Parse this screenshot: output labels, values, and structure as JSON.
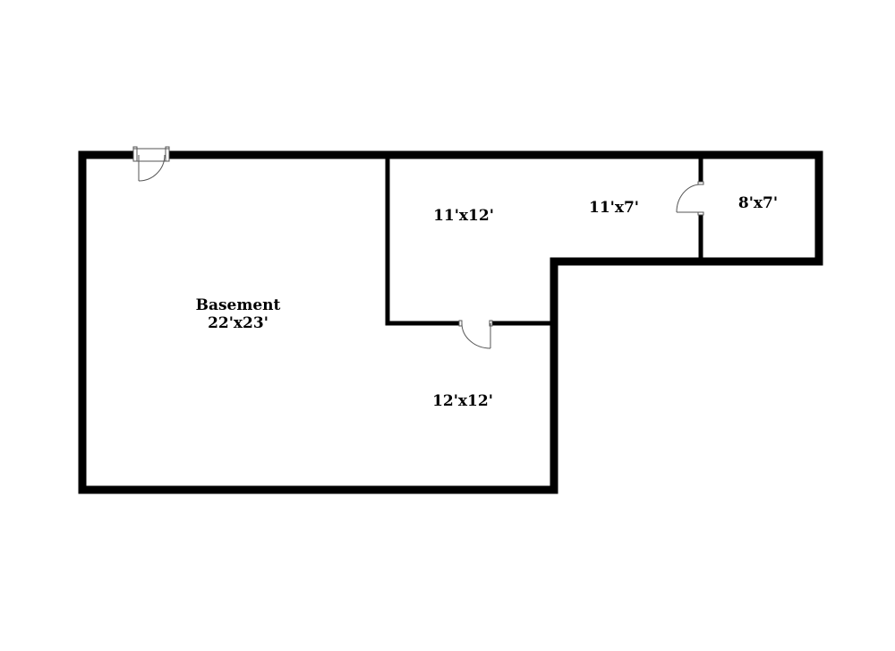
{
  "floor_plan": {
    "rooms": [
      {
        "id": "basement",
        "name": "Basement",
        "dimensions": "22'x23'"
      },
      {
        "id": "room-upper-left",
        "name": "",
        "dimensions": "11'x12'"
      },
      {
        "id": "room-upper-mid",
        "name": "",
        "dimensions": "11'x7'"
      },
      {
        "id": "room-right",
        "name": "",
        "dimensions": "8'x7'"
      },
      {
        "id": "room-lower",
        "name": "",
        "dimensions": "12'x12'"
      }
    ],
    "doors": [
      {
        "id": "exterior-door"
      },
      {
        "id": "interior-door-lower"
      },
      {
        "id": "interior-door-right"
      }
    ]
  },
  "colors": {
    "wall": "#000000",
    "door": "#555555",
    "background": "#ffffff",
    "text": "#000000"
  }
}
